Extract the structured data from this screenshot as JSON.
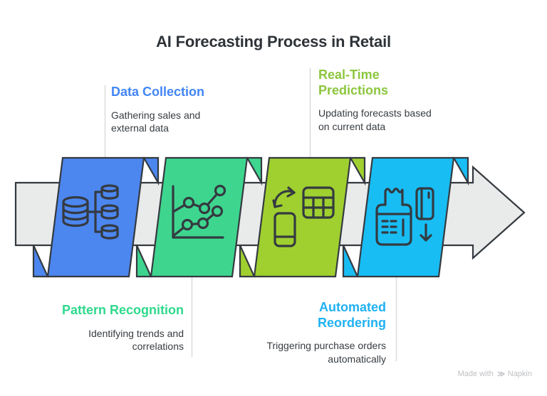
{
  "title": "AI Forecasting Process in Retail",
  "stages": [
    {
      "name": "Data Collection",
      "description": "Gathering sales and\nexternal data",
      "fill": "#4C86EF",
      "label_color": "#4285F4",
      "icon": "database-icon",
      "label_position": "top"
    },
    {
      "name": "Pattern Recognition",
      "description": "Identifying trends and\ncorrelations",
      "fill": "#3ED68F",
      "label_color": "#2ED98C",
      "icon": "line-chart-icon",
      "label_position": "bottom"
    },
    {
      "name": "Real-Time\nPredictions",
      "description": "Updating forecasts based\non current data",
      "fill": "#9FD02F",
      "label_color": "#8CC63E",
      "icon": "sync-table-phone-icon",
      "label_position": "top"
    },
    {
      "name": "Automated\nReordering",
      "description": "Triggering purchase orders\nautomatically",
      "fill": "#18BDF4",
      "label_color": "#1FB1F2",
      "icon": "receipt-card-icon",
      "label_position": "bottom"
    }
  ],
  "colors": {
    "outline": "#343A40",
    "band_fill": "#E9EAEA",
    "connector": "#DBDBDB",
    "title": "#2E3338",
    "description_text": "#373C41",
    "watermark": "#BFC0C4",
    "background": "#FFFFFF"
  },
  "watermark": {
    "text": "Made with",
    "brand": "Napkin"
  }
}
